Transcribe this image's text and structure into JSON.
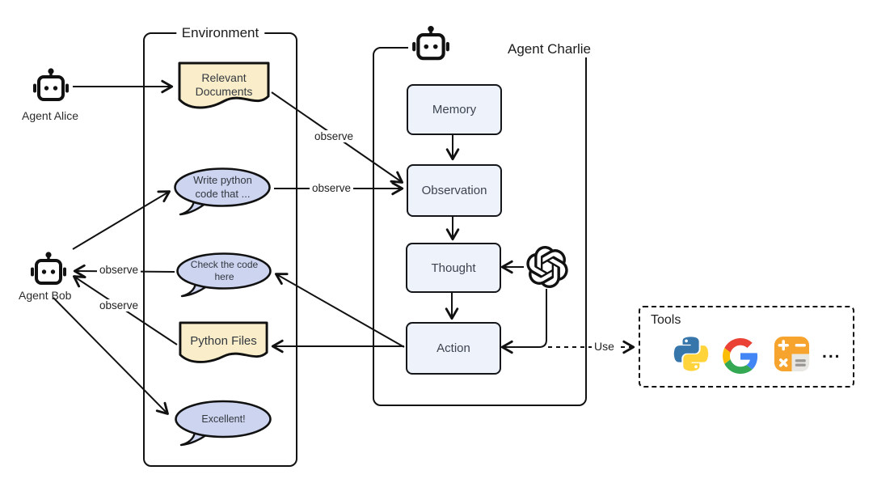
{
  "diagram": {
    "environment": {
      "title": "Environment"
    },
    "agent_charlie": {
      "title": "Agent Charlie"
    },
    "agents": {
      "alice": "Agent Alice",
      "bob": "Agent Bob"
    },
    "artifacts": {
      "relevant_documents": "Relevant\nDocuments",
      "write_python_bubble": "Write python\ncode that ...",
      "check_code_bubble": "Check the code\nhere",
      "python_files": "Python Files",
      "excellent_bubble": "Excellent!"
    },
    "pipeline": {
      "memory": "Memory",
      "observation": "Observation",
      "thought": "Thought",
      "action": "Action"
    },
    "edge_labels": {
      "observe": "observe",
      "use": "Use"
    },
    "tools": {
      "title": "Tools",
      "ellipsis": "...",
      "icons": [
        "python-icon",
        "google-search-icon",
        "calculator-icon"
      ]
    },
    "colors": {
      "document_fill": "#faeeca",
      "bubble_fill": "#ccd4f0",
      "process_fill": "#edf2fb",
      "stroke": "#111111",
      "python_blue": "#3776AB",
      "python_yellow": "#FFD43B",
      "google_blue": "#4285F4",
      "google_red": "#EA4335",
      "google_yellow": "#FBBC05",
      "google_green": "#34A853",
      "calculator_orange": "#F6A42D"
    }
  }
}
